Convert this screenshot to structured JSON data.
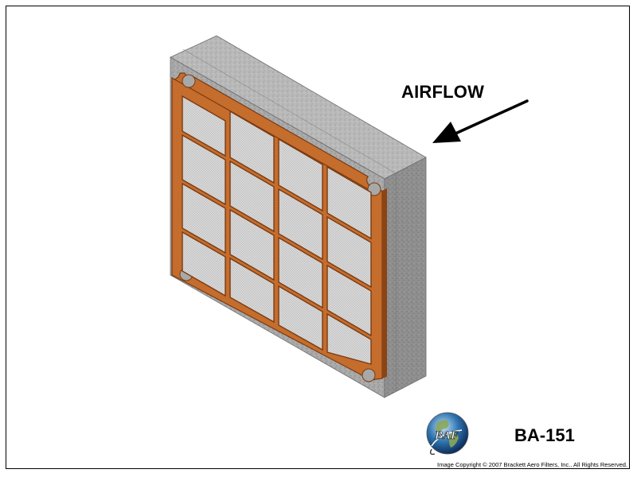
{
  "diagram": {
    "airflow_label": "AIRFLOW",
    "model_label": "BA-151",
    "copyright": "Image Copyright © 2007 Brackett Aero Filters, Inc.. All Rights Reserved.",
    "logo_text": "BAF"
  },
  "colors": {
    "foam_front": "#a9a9a9",
    "foam_side": "#8e8e8e",
    "foam_top": "#b8b8b8",
    "gasket": "#c86f2e",
    "gasket_dark": "#8a4415",
    "mesh": "#d6d6d6"
  }
}
